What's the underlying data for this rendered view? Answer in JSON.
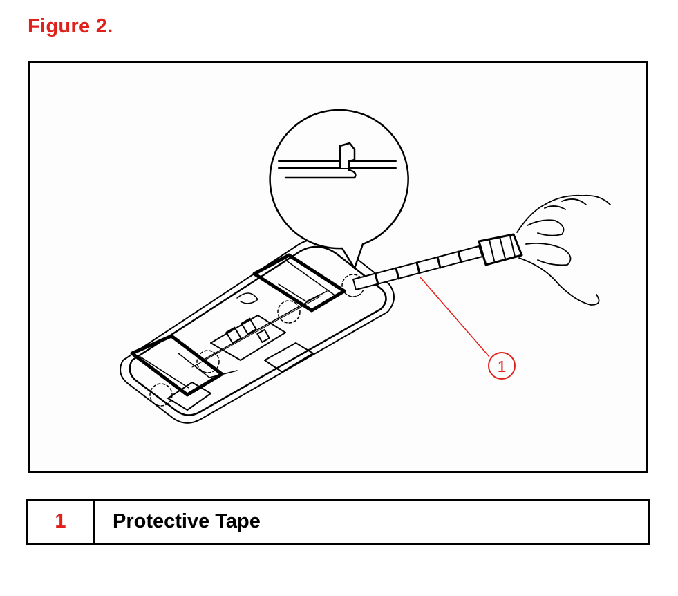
{
  "figure": {
    "title": "Figure 2."
  },
  "callouts": [
    {
      "number": "1"
    }
  ],
  "legend": {
    "rows": [
      {
        "number": "1",
        "label": "Protective Tape"
      }
    ]
  },
  "colors": {
    "accent": "#e0201b",
    "line": "#000000"
  }
}
